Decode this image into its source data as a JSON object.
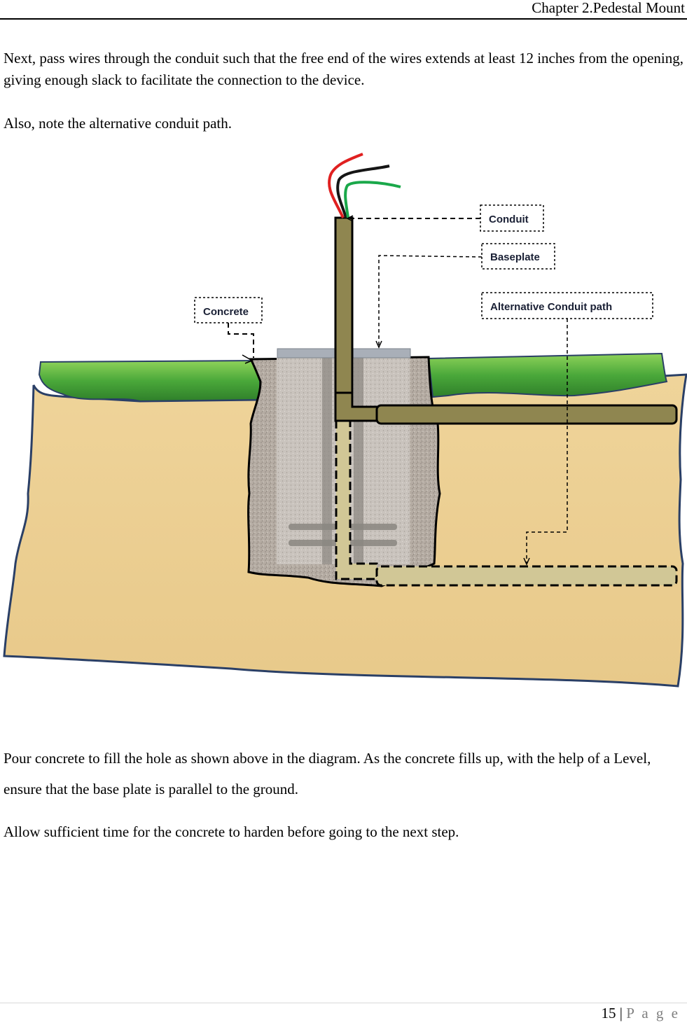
{
  "header": {
    "chapter_title": "Chapter 2.Pedestal Mount"
  },
  "body": {
    "paragraph_1": "Next, pass wires through the conduit such that the free end of the wires extends at least 12 inches from the opening, giving enough slack to facilitate the connection to the device.",
    "paragraph_2": "Also, note the alternative conduit path.",
    "paragraph_3": "Pour concrete to fill the hole as shown above in the diagram. As the concrete fills up, with the help of a Level, ensure that the base plate is parallel to the ground.",
    "paragraph_4": "Allow sufficient time for the concrete to harden before going to the next step."
  },
  "diagram": {
    "labels": {
      "conduit": "Conduit",
      "baseplate": "Baseplate",
      "alternative_conduit_path": "Alternative Conduit  path",
      "concrete": "Concrete"
    },
    "colors": {
      "soil": "#efd49a",
      "grass": "#4aa83a",
      "concrete": "#b5aca3",
      "conduit": "#8f8650",
      "alt_conduit": "#d1c796",
      "wire_red": "#e02020",
      "wire_black": "#151515",
      "wire_green": "#1aa84a"
    }
  },
  "footer": {
    "page_number": "15",
    "separator": " | ",
    "page_word": "P a g e"
  }
}
